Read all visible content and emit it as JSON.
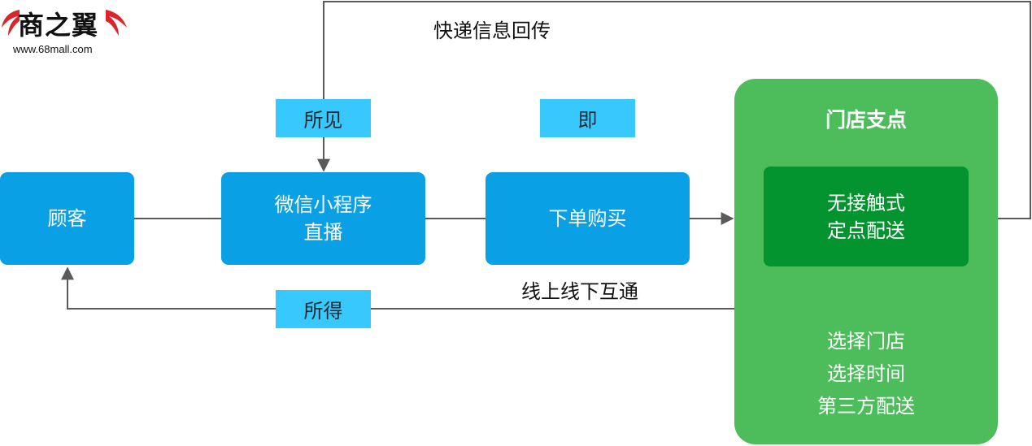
{
  "logo": {
    "name": "商之翼",
    "url": "www.68mall.com"
  },
  "nodes": {
    "customer": "顾客",
    "mini_program_live": [
      "微信小程序",
      "直播"
    ],
    "place_order": "下单购买",
    "contactless_delivery": [
      "无接触式",
      "定点配送"
    ]
  },
  "tags": {
    "seen": "所见",
    "instant": "即",
    "obtained": "所得"
  },
  "labels": {
    "express_feedback": "快递信息回传",
    "online_offline": "线上线下互通"
  },
  "store_group": {
    "title": "门店支点",
    "options": [
      "选择门店",
      "选择时间",
      "第三方配送"
    ]
  },
  "colors": {
    "node_blue": "#0aa0e6",
    "tag_cyan": "#37c8fd",
    "panel_green": "#4dbd5c",
    "inner_green": "#03942f",
    "connector": "#5a5a5a"
  }
}
